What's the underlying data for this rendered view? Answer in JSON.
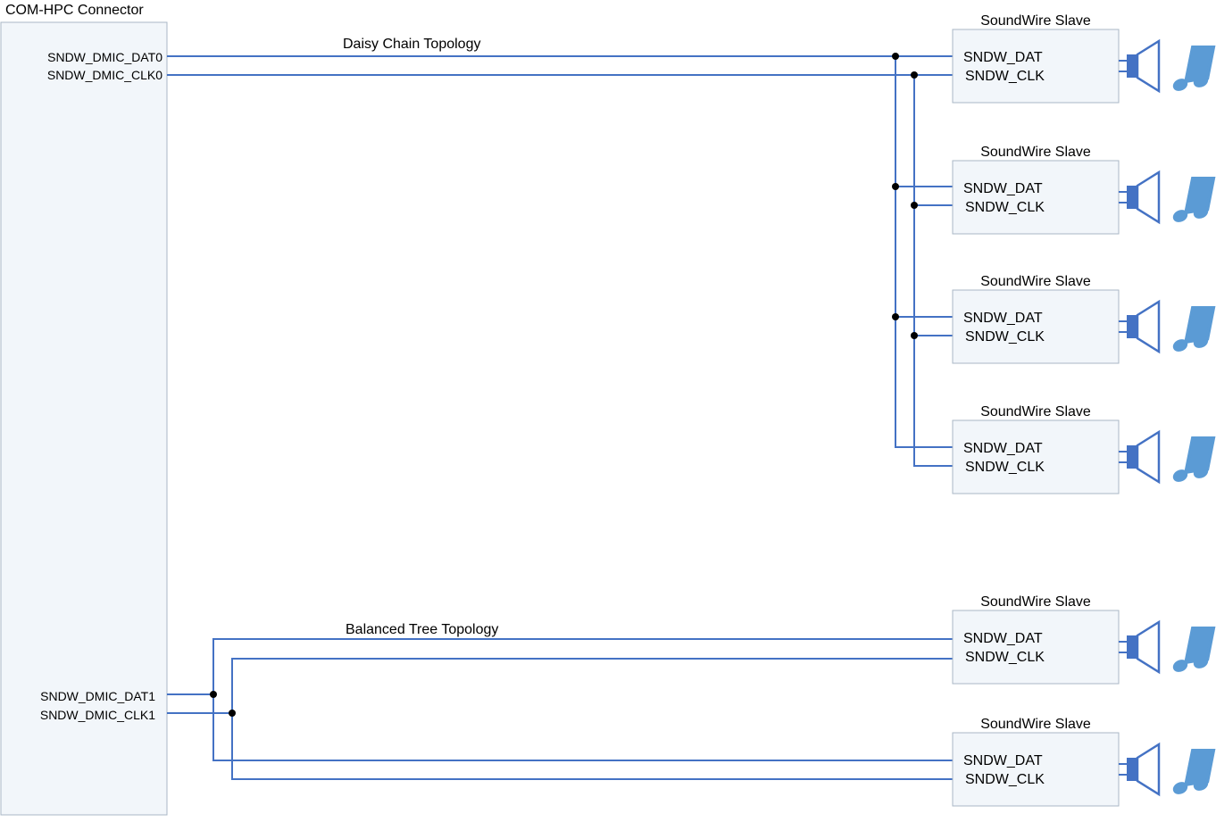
{
  "connector": {
    "title": "COM-HPC Connector",
    "pins": {
      "dat0": "SNDW_DMIC_DAT0",
      "clk0": "SNDW_DMIC_CLK0",
      "dat1": "SNDW_DMIC_DAT1",
      "clk1": "SNDW_DMIC_CLK1"
    }
  },
  "topologies": {
    "daisy_chain": "Daisy Chain Topology",
    "balanced_tree": "Balanced Tree Topology"
  },
  "slaves": [
    {
      "title": "SoundWire Slave",
      "dat": "SNDW_DAT",
      "clk": "SNDW_CLK",
      "icon": "speaker-icon",
      "note_icon": "music-note-icon"
    },
    {
      "title": "SoundWire Slave",
      "dat": "SNDW_DAT",
      "clk": "SNDW_CLK",
      "icon": "speaker-icon",
      "note_icon": "music-note-icon"
    },
    {
      "title": "SoundWire Slave",
      "dat": "SNDW_DAT",
      "clk": "SNDW_CLK",
      "icon": "speaker-icon",
      "note_icon": "music-note-icon"
    },
    {
      "title": "SoundWire Slave",
      "dat": "SNDW_DAT",
      "clk": "SNDW_CLK",
      "icon": "speaker-icon",
      "note_icon": "music-note-icon"
    },
    {
      "title": "SoundWire Slave",
      "dat": "SNDW_DAT",
      "clk": "SNDW_CLK",
      "icon": "speaker-icon",
      "note_icon": "music-note-icon"
    },
    {
      "title": "SoundWire Slave",
      "dat": "SNDW_DAT",
      "clk": "SNDW_CLK",
      "icon": "speaker-icon",
      "note_icon": "music-note-icon"
    }
  ],
  "colors": {
    "wire": "#4472c4",
    "box_fill": "#f2f6fa",
    "box_border": "#a9b7c6",
    "note": "#5b9bd5"
  }
}
